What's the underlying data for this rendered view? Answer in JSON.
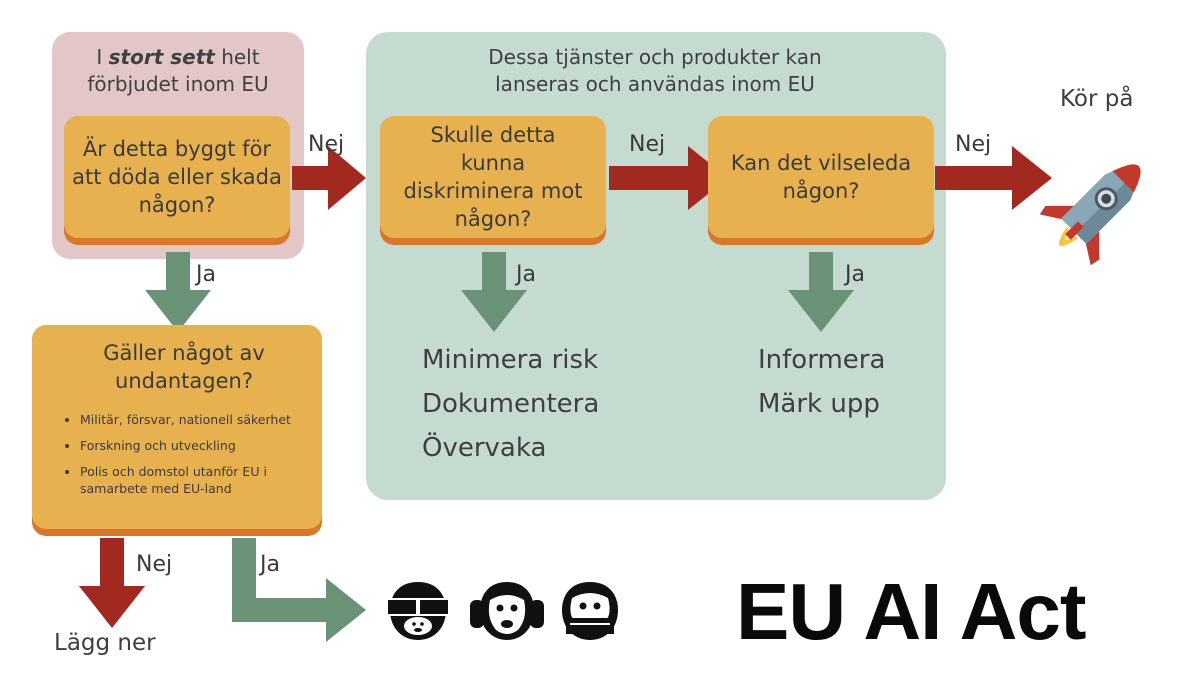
{
  "regions": {
    "prohibited": {
      "pre": "I ",
      "emph": "stort sett",
      "post": " helt förbjudet inom EU"
    },
    "allowed_title": "Dessa tjänster och produkter kan lanseras och användas inom EU"
  },
  "questions": {
    "q1": "Är detta byggt för att döda eller skada någon?",
    "q2": "Skulle detta kunna diskriminera mot någon?",
    "q3": "Kan det vilseleda någon?",
    "q4_title": "Gäller något av undantagen?",
    "q4_items": [
      "Militär, försvar, nationell säkerhet",
      "Forskning och utveckling",
      "Polis och domstol utanför EU i samarbete med EU-land"
    ]
  },
  "edges": {
    "nej": "Nej",
    "ja": "Ja"
  },
  "outcomes": {
    "q2_actions": [
      "Minimera risk",
      "Dokumentera",
      "Övervaka"
    ],
    "q3_actions": [
      "Informera",
      "Märk upp"
    ],
    "go": "Kör på",
    "shutdown": "Lägg ner"
  },
  "icons": [
    "rocket-icon",
    "see-no-evil-monkey-icon",
    "hear-no-evil-monkey-icon",
    "speak-no-evil-monkey-icon"
  ],
  "colors": {
    "no_arrow": "#a2291f",
    "yes_arrow": "#6a9277",
    "box": "#e8b14f",
    "box_shadow": "#d9782a",
    "prohibited_bg": "#e3c7c7",
    "allowed_bg": "#c5dbcf"
  },
  "footer_title": "EU AI Act"
}
